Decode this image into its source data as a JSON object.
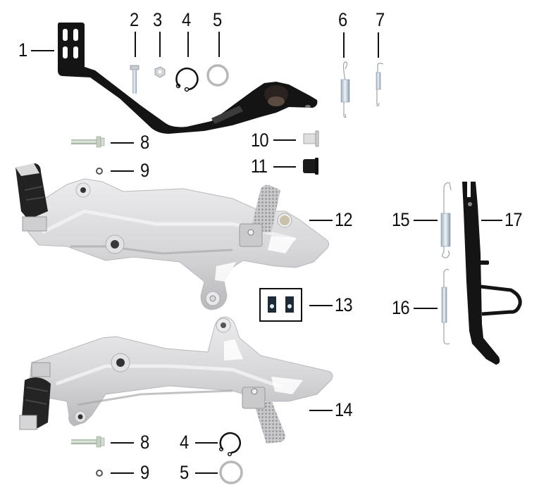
{
  "diagram": {
    "type": "exploded-parts-diagram",
    "subject": "Rear brake pedal, footpeg brackets and side stand assembly",
    "colors": {
      "background": "#ffffff",
      "label_text": "#111111",
      "black_part": "#141414",
      "silver_part": "#d9d9db",
      "silver_shadow": "#b4b4b8",
      "spring_steel": "#c8cfd6",
      "rubber": "#2a2a2a"
    },
    "callouts": [
      {
        "id": 1,
        "label": "1",
        "part": "brake-pedal"
      },
      {
        "id": 2,
        "label": "2",
        "part": "bolt"
      },
      {
        "id": 3,
        "label": "3",
        "part": "nut"
      },
      {
        "id": 4,
        "label": "4",
        "part": "circlip"
      },
      {
        "id": 5,
        "label": "5",
        "part": "washer-ring"
      },
      {
        "id": 6,
        "label": "6",
        "part": "brake-return-spring"
      },
      {
        "id": 7,
        "label": "7",
        "part": "small-spring"
      },
      {
        "id": 8,
        "label": "8",
        "part": "flange-bolt"
      },
      {
        "id": 9,
        "label": "9",
        "part": "small-washer"
      },
      {
        "id": 10,
        "label": "10",
        "part": "bushing-collar"
      },
      {
        "id": 11,
        "label": "11",
        "part": "rubber-bushing"
      },
      {
        "id": 12,
        "label": "12",
        "part": "right-footpeg-bracket"
      },
      {
        "id": 13,
        "label": "13",
        "part": "clip-nuts-pair"
      },
      {
        "id": 14,
        "label": "14",
        "part": "left-footpeg-bracket"
      },
      {
        "id": 15,
        "label": "15",
        "part": "side-stand-spring-large"
      },
      {
        "id": 16,
        "label": "16",
        "part": "side-stand-spring-small"
      },
      {
        "id": 17,
        "label": "17",
        "part": "side-stand"
      }
    ],
    "lower_repeat_labels": {
      "bolt_8": "8",
      "washer_9": "9",
      "circlip_4": "4",
      "ring_5": "5"
    }
  }
}
